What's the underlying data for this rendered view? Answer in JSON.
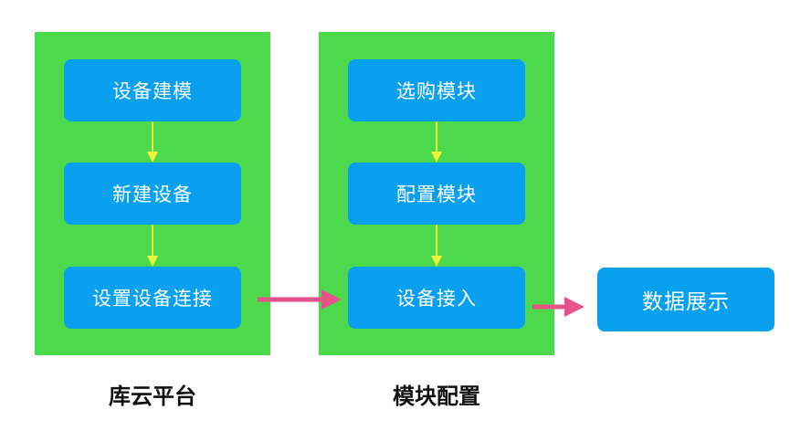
{
  "colors": {
    "panel": "#4cd94c",
    "node": "#0aa0f0",
    "node_text": "#ffffff",
    "inner_arrow": "#e8f53a",
    "flow_arrow": "#e6528a"
  },
  "panels": [
    {
      "caption": "库云平台",
      "steps": [
        "设备建模",
        "新建设备",
        "设置设备连接"
      ]
    },
    {
      "caption": "模块配置",
      "steps": [
        "选购模块",
        "配置模块",
        "设备接入"
      ]
    }
  ],
  "output_node": {
    "label": "数据展示"
  }
}
